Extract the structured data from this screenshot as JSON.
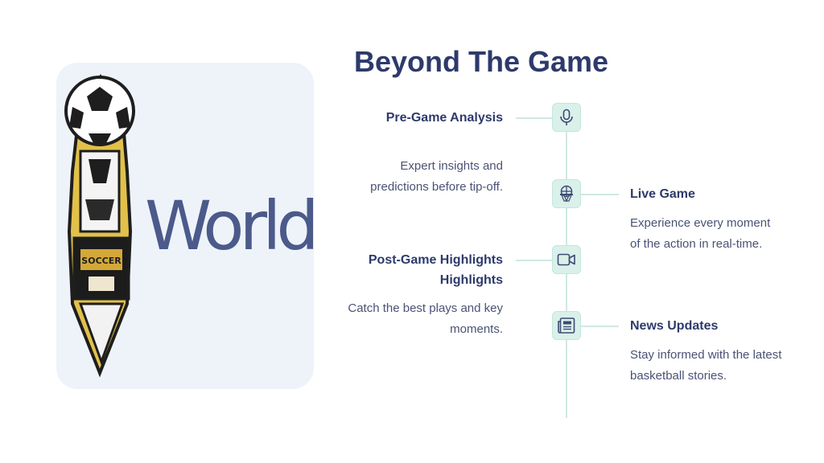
{
  "image": {
    "logo_text": "WorldCup",
    "badge_text": "SOCCER"
  },
  "title": "Beyond The Game",
  "timeline": [
    {
      "title": "Pre-Game Analysis",
      "description": "Expert insights and predictions before tip-off.",
      "icon": "microphone-icon",
      "side": "left"
    },
    {
      "title": "Live Game",
      "description": "Experience every moment of the action in real-time.",
      "icon": "basketball-icon",
      "side": "right"
    },
    {
      "title": "Post-Game Highlights Highlights",
      "description": "Catch the best plays and key moments.",
      "icon": "video-camera-icon",
      "side": "left"
    },
    {
      "title": "News Updates",
      "description": "Stay informed with the latest basketball stories.",
      "icon": "newspaper-icon",
      "side": "right"
    }
  ],
  "colors": {
    "title": "#2e3a6b",
    "text": "#4a5275",
    "accent_line": "#cfe9e2",
    "node_fill": "#d9f1ea",
    "icon": "#3e4a72"
  }
}
